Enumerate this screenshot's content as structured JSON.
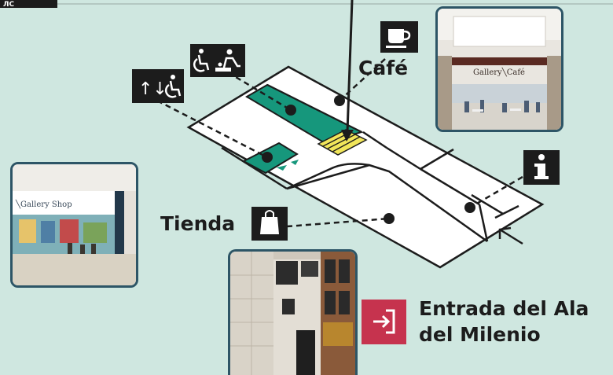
{
  "labels": {
    "cafe": "Café",
    "shop": "Tienda",
    "entrance": "Entrada del Ala del Milenio"
  },
  "photos": {
    "cafe_sign": "Gallery╲Café",
    "shop_sign": "╲Gallery Shop"
  },
  "icons": {
    "cafe": "coffee-cup-icon",
    "shop": "shopping-bag-icon",
    "info": "information-icon",
    "lift": "accessible-lift-icon",
    "toilets": "accessible-toilet-baby-change-icon",
    "entrance": "entrance-arrow-icon"
  },
  "colors": {
    "background": "#cfe7e0",
    "accessible_area": "#16977c",
    "stairs": "#f1e65a",
    "entrance_accent": "#c6334e",
    "photo_border": "#2d5566"
  }
}
